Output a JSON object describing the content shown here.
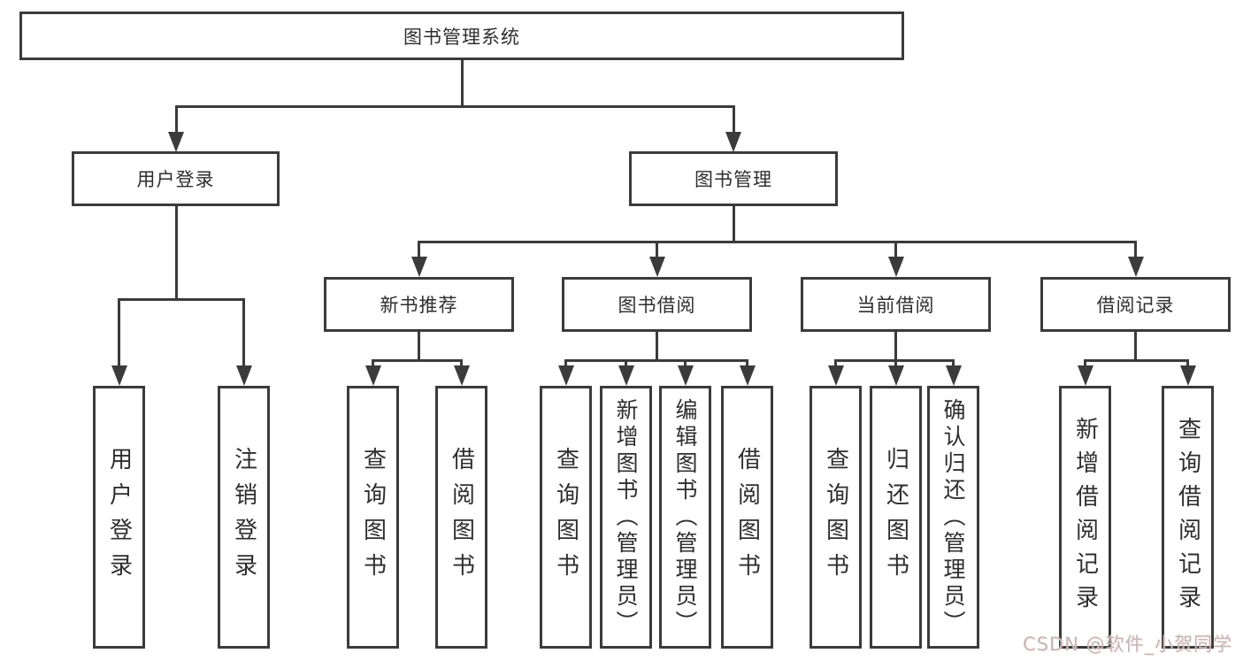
{
  "diagram_title": "图书管理系统",
  "nodes": {
    "root": {
      "label": "图书管理系统"
    },
    "level2": [
      {
        "label": "用户登录"
      },
      {
        "label": "图书管理"
      }
    ],
    "level3": [
      {
        "label": "新书推荐"
      },
      {
        "label": "图书借阅"
      },
      {
        "label": "当前借阅"
      },
      {
        "label": "借阅记录"
      }
    ],
    "leaves": {
      "user_login": [
        {
          "label": "用户登录"
        },
        {
          "label": "注销登录"
        }
      ],
      "new_book_recommend": [
        {
          "label": "查询图书"
        },
        {
          "label": "借阅图书"
        }
      ],
      "book_borrowing": [
        {
          "label": "查询图书"
        },
        {
          "label": "新增图书（管理员）"
        },
        {
          "label": "编辑图书（管理员）"
        },
        {
          "label": "借阅图书"
        }
      ],
      "current_borrowing": [
        {
          "label": "查询图书"
        },
        {
          "label": "归还图书"
        },
        {
          "label": "确认归还（管理员）"
        }
      ],
      "borrowing_records": [
        {
          "label": "新增借阅记录"
        },
        {
          "label": "查询借阅记录"
        }
      ]
    }
  },
  "watermark": {
    "text": "CSDN @软件_小贺同学"
  },
  "colors": {
    "line": "#3b3b3b",
    "text": "#2e2e2e",
    "background": "#ffffff"
  }
}
